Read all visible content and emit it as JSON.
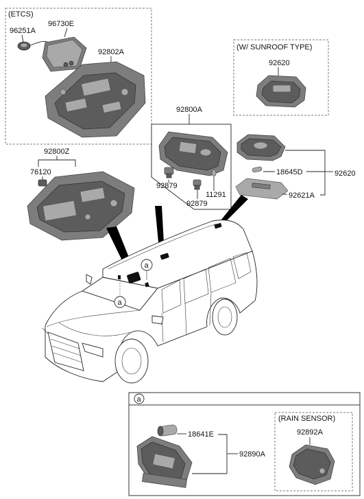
{
  "labels": {
    "etcs": "(ETCS)",
    "p96251A": "96251A",
    "p96730E": "96730E",
    "p92802A": "92802A",
    "sunroof_type": "(W/ SUNROOF TYPE)",
    "p92620_sunroof": "92620",
    "p92800A": "92800A",
    "p92800Z": "92800Z",
    "p76120": "76120",
    "p92879_a": "92879",
    "p92879_b": "92879",
    "p11291": "11291",
    "p18645D": "18645D",
    "p92620": "92620",
    "p92621A": "92621A",
    "callout_a1": "a",
    "callout_a2": "a",
    "detail_a": "a",
    "p18641E": "18641E",
    "p92890A": "92890A",
    "rain_sensor": "(RAIN SENSOR)",
    "p92892A": "92892A"
  }
}
